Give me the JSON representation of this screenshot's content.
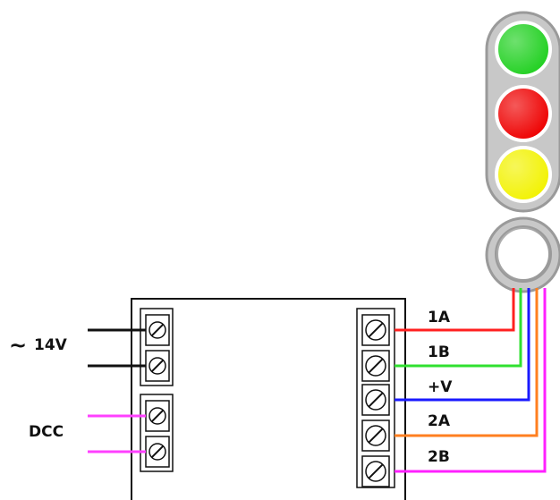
{
  "power": {
    "tilde": "~",
    "label": "14V"
  },
  "dcc": {
    "label": "DCC"
  },
  "outputs": [
    {
      "label": "1A",
      "color": "#ff2020"
    },
    {
      "label": "1B",
      "color": "#30e030"
    },
    {
      "label": "+V",
      "color": "#1a1aff"
    },
    {
      "label": "2A",
      "color": "#ff7f20"
    },
    {
      "label": "2B",
      "color": "#ff20ff"
    }
  ],
  "lamps": [
    {
      "name": "green",
      "color": "#20d020"
    },
    {
      "name": "red",
      "color": "#ee0000"
    },
    {
      "name": "yellow",
      "color": "#f2f200"
    },
    {
      "name": "white",
      "color": "#ffffff"
    }
  ],
  "colors": {
    "power_wire": "#111111",
    "dcc_wire": "#ff40ff",
    "housing": "#c8c8c8"
  }
}
